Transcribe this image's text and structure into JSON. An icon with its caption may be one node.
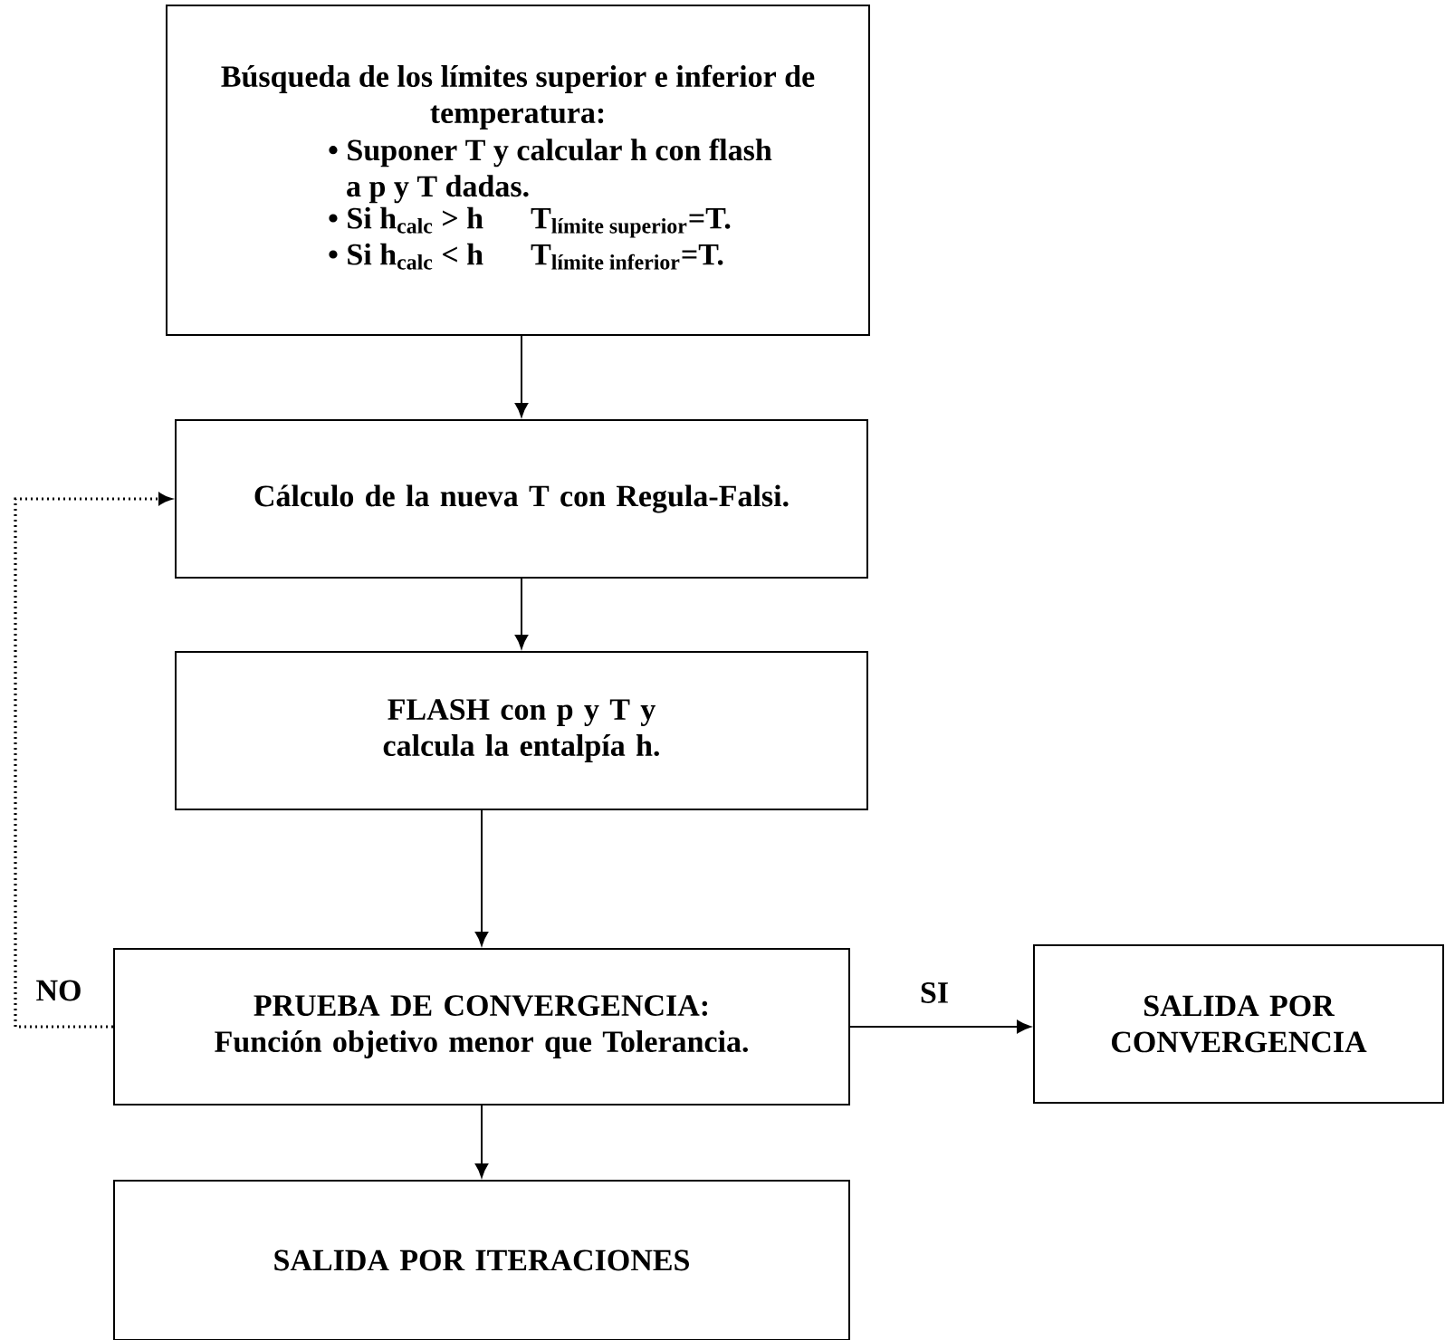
{
  "diagram": {
    "nodes": [
      {
        "text": [
          "Búsqueda de los límites superior e inferior de temperatura:",
          "• Suponer T y calcular h con flash a p y T dadas.",
          "• Si h$_{calc}$ > h",
          "\\text{T}_{\\text{límite superior}}\\text{=T.}",
          "• Si h$_{calc}$ < h",
          "\\text{T}_{\\text{límite inferior}}\\text{=T.}"
        ]
      },
      {
        "text": [
          "Cálculo de la nueva T con Regula-Falsi."
        ]
      },
      {
        "text": [
          "FLASH con p y T y calcula la entalpía h."
        ]
      },
      {
        "text": [
          "PRUEBA DE CONVERGENCIA:",
          "Función objetivo menor que Tolerancia."
        ]
      },
      {
        "text": [
          "SALIDA POR CONVERGENCIA"
        ]
      },
      {
        "text": [
          "SALIDA POR ITERACIONES"
        ]
      }
    ],
    "edges": [
      {
        "from": 0,
        "to": 1,
        "arrow": "to"
      },
      {
        "from": 1,
        "to": 2,
        "arrow": "to"
      },
      {
        "from": 2,
        "to": 3,
        "arrow": "to"
      },
      {
        "from": 3,
        "to": 1,
        "arrow": "to",
        "label": "NO",
        "style": "dashed"
      },
      {
        "from": 3,
        "to": 4,
        "arrow": "to",
        "label": "SI"
      },
      {
        "from": 3,
        "to": 5,
        "arrow": "to"
      }
    ]
  }
}
